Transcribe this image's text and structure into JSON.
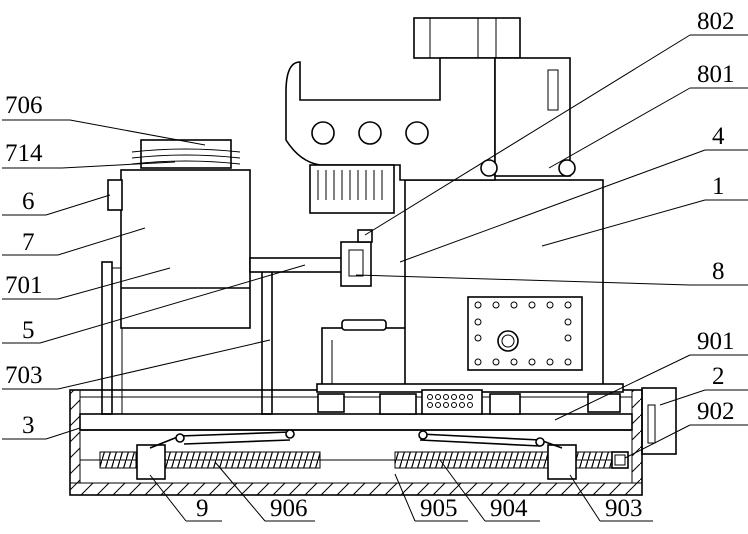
{
  "labels": {
    "l706": "706",
    "l714": "714",
    "l6": "6",
    "l7": "7",
    "l701": "701",
    "l5": "5",
    "l703": "703",
    "l3": "3",
    "l9": "9",
    "l906": "906",
    "l905": "905",
    "l904": "904",
    "l903": "903",
    "l902": "902",
    "l2": "2",
    "l901": "901",
    "l8": "8",
    "l1": "1",
    "l4": "4",
    "l801": "801",
    "l802": "802"
  }
}
